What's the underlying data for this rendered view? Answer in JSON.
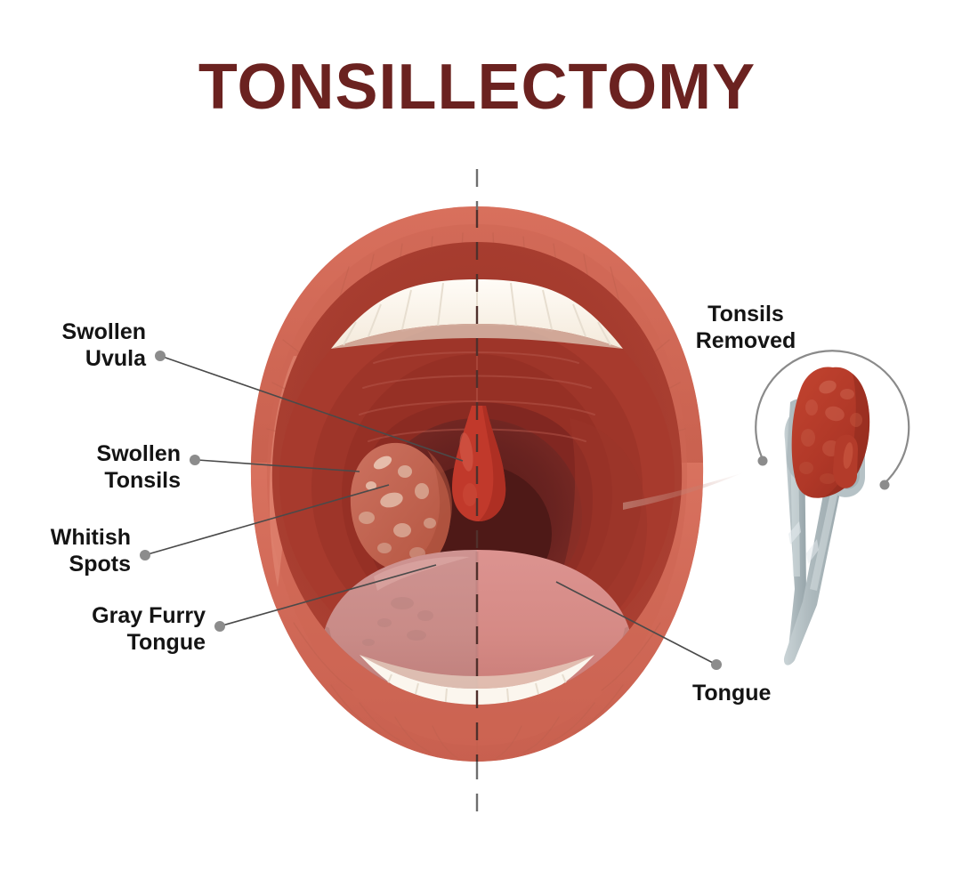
{
  "page": {
    "title": "TONSILLECTOMY",
    "background_color": "#FFFFFF",
    "title_color": "#6B2220"
  },
  "labels": {
    "left": [
      {
        "id": "swollen-uvula",
        "lines": [
          "Swollen",
          "Uvula"
        ]
      },
      {
        "id": "swollen-tonsils",
        "lines": [
          "Swollen",
          "Tonsils"
        ]
      },
      {
        "id": "whitish-spots",
        "lines": [
          "Whitish",
          "Spots"
        ]
      },
      {
        "id": "gray-furry-tongue",
        "lines": [
          "Gray Furry",
          "Tongue"
        ]
      }
    ],
    "right": [
      {
        "id": "tonsils-removed",
        "lines": [
          "Tonsils",
          "Removed"
        ]
      },
      {
        "id": "tongue",
        "lines": [
          "Tongue"
        ]
      }
    ]
  },
  "illustration": {
    "name": "open-mouth-anatomy",
    "description": "Open mouth split by a vertical dashed midline: left half shows infected tonsil with whitish spots and gray furry tongue, right half shows healthy throat after tonsil removal",
    "inset": {
      "name": "forceps-holding-removed-tonsil",
      "description": "Surgical forceps gripping an excised tonsil, enclosed in a circular bracket arc"
    },
    "colors": {
      "lip_outer": "#D9705E",
      "lip_mid": "#CE6653",
      "lip_inner": "#C45A47",
      "oral_cavity": "#A33A2D",
      "palate": "#AD4134",
      "throat_dark": "#5C2020",
      "throat_mid": "#7B2A24",
      "tongue": "#D58A85",
      "tongue_gray": "#C89390",
      "tooth": "#FBF6EE",
      "tonsil_inflamed": "#C06553",
      "tonsil_spot": "#E3B7A4",
      "uvula": "#C1392B",
      "removed_tonsil": "#B4392A",
      "forceps_metal": "#B9C4C7",
      "leader_line": "#4A4A4A",
      "leader_dot": "#8C8C8C",
      "midline": "#6E6E6E"
    }
  }
}
